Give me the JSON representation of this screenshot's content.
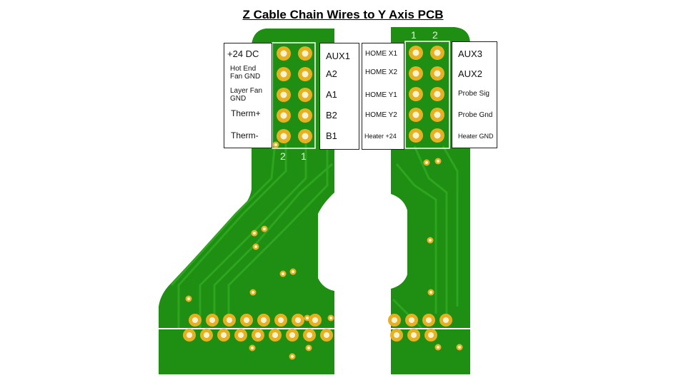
{
  "title": "Z Cable Chain Wires to Y Axis PCB",
  "colors": {
    "board": "#1e8f12",
    "trace": "#2ea51e",
    "pad_copper": "#e8b020",
    "pad_hole": "#f4f4d0",
    "silkscreen": "#ffffff"
  },
  "left_pcb": {
    "pin_numbers": [
      "2",
      "1"
    ],
    "left_labels": [
      "+24 DC",
      "Hot End\nFan GND",
      "Layer Fan\nGND",
      "Therm+",
      "Therm-"
    ],
    "right_labels": [
      "AUX1",
      "A2",
      "A1",
      "B2",
      "B1"
    ]
  },
  "right_pcb": {
    "pin_numbers": [
      "1",
      "2"
    ],
    "left_labels": [
      "HOME X1",
      "HOME X2",
      "HOME Y1",
      "HOME Y2",
      "Heater +24"
    ],
    "right_labels": [
      "AUX3",
      "AUX2",
      "Probe Sig",
      "Probe Gnd",
      "Heater GND"
    ]
  }
}
